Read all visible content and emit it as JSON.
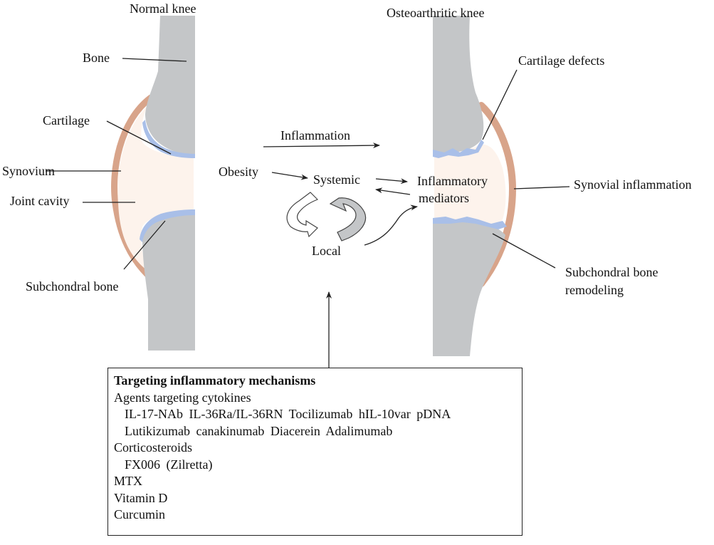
{
  "colors": {
    "bone": "#c4c6c8",
    "cartilage": "#a9bfe8",
    "synovium": "#d8a48a",
    "joint_cavity": "#fdf3ec",
    "line": "#222222"
  },
  "normal_knee": {
    "title": "Normal knee",
    "labels": {
      "bone": "Bone",
      "cartilage": "Cartilage",
      "synovium": "Synovium",
      "joint_cavity": "Joint cavity",
      "subchondral_bone": "Subchondral bone"
    }
  },
  "oa_knee": {
    "title": "Osteoarthritic knee",
    "labels": {
      "cartilage_defects": "Cartilage defects",
      "synovial_inflammation": "Synovial inflammation",
      "subchondral_remodeling_line1": "Subchondral bone",
      "subchondral_remodeling_line2": "remodeling"
    }
  },
  "center": {
    "inflammation": "Inflammation",
    "obesity": "Obesity",
    "systemic": "Systemic",
    "local": "Local",
    "mediators_line1": "Inflammatory",
    "mediators_line2": "mediators"
  },
  "mechanisms_box": {
    "title": "Targeting inflammatory mechanisms",
    "cytokines_heading": "Agents targeting cytokines",
    "cytokine_agents_row1": "IL-17-NAb IL-36Ra/IL-36RN Tocilizumab hIL-10var pDNA",
    "cytokine_agents_row2": "Lutikizumab canakinumab Diacerein Adalimumab",
    "corticosteroids_heading": "Corticosteroids",
    "corticosteroid_agent": "FX006 (Zilretta)",
    "mtx": "MTX",
    "vitamin_d": "Vitamin D",
    "curcumin": "Curcumin"
  }
}
